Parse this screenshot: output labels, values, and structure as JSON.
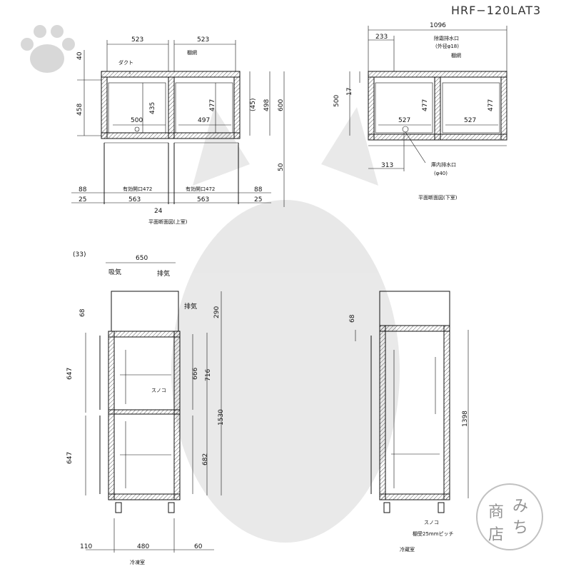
{
  "model": "HRF−120LAT3",
  "top_left": {
    "widths": [
      "523",
      "523"
    ],
    "heights": [
      "40",
      "458",
      "435",
      "477",
      "(45)",
      "498",
      "600",
      "50"
    ],
    "inner": [
      "500",
      "497"
    ],
    "bottom": [
      "88",
      "有効開口472",
      "有効開口472",
      "88",
      "25",
      "563",
      "563",
      "25",
      "24"
    ],
    "labels": {
      "duct": "ダクト",
      "shelf_net": "棚網"
    },
    "caption": "平面断面図(上室)"
  },
  "top_right": {
    "widths": [
      "1096",
      "233"
    ],
    "heights": [
      "500",
      "17",
      "477",
      "477"
    ],
    "inner": [
      "527",
      "527"
    ],
    "bottom": [
      "313"
    ],
    "labels": {
      "defrost_drain": "除霜排水口",
      "outer_diameter": "(外径φ18)",
      "shelf_net": "棚網",
      "inner_drain": "庫内排水口",
      "inner_diameter": "(φ40)"
    },
    "caption": "平面断面図(下室)"
  },
  "bottom_left": {
    "top": [
      "(33)",
      "650"
    ],
    "labels": {
      "intake": "吸気",
      "exhaust": "排気",
      "exhaust2": "排気",
      "sunoko": "スノコ"
    },
    "heights": [
      "290",
      "68",
      "647",
      "666",
      "716",
      "1530",
      "647",
      "682"
    ],
    "bottom": [
      "110",
      "480",
      "60"
    ],
    "caption": "冷凍室"
  },
  "bottom_right": {
    "heights": [
      "68",
      "1398"
    ],
    "labels": {
      "sunoko": "スノコ",
      "pitch": "棚受25mmピッチ"
    },
    "caption": "冷蔵室"
  },
  "stamp": [
    "み",
    "ち",
    "商",
    "店"
  ]
}
